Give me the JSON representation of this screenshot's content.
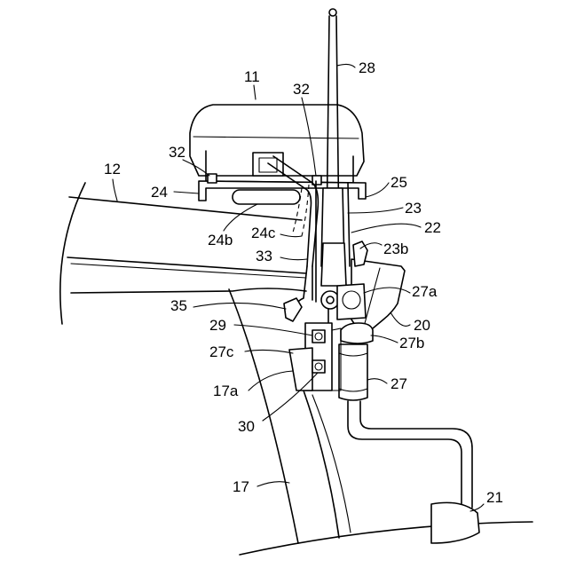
{
  "figure": {
    "labels": {
      "l11": "11",
      "l12": "12",
      "l17": "17",
      "l17a": "17a",
      "l20": "20",
      "l21": "21",
      "l22": "22",
      "l23": "23",
      "l23b": "23b",
      "l24": "24",
      "l24b": "24b",
      "l24c": "24c",
      "l25": "25",
      "l27": "27",
      "l27a": "27a",
      "l27b": "27b",
      "l27c": "27c",
      "l28": "28",
      "l29": "29",
      "l30": "30",
      "l32_top": "32",
      "l32_left": "32",
      "l33": "33",
      "l35": "35"
    }
  }
}
